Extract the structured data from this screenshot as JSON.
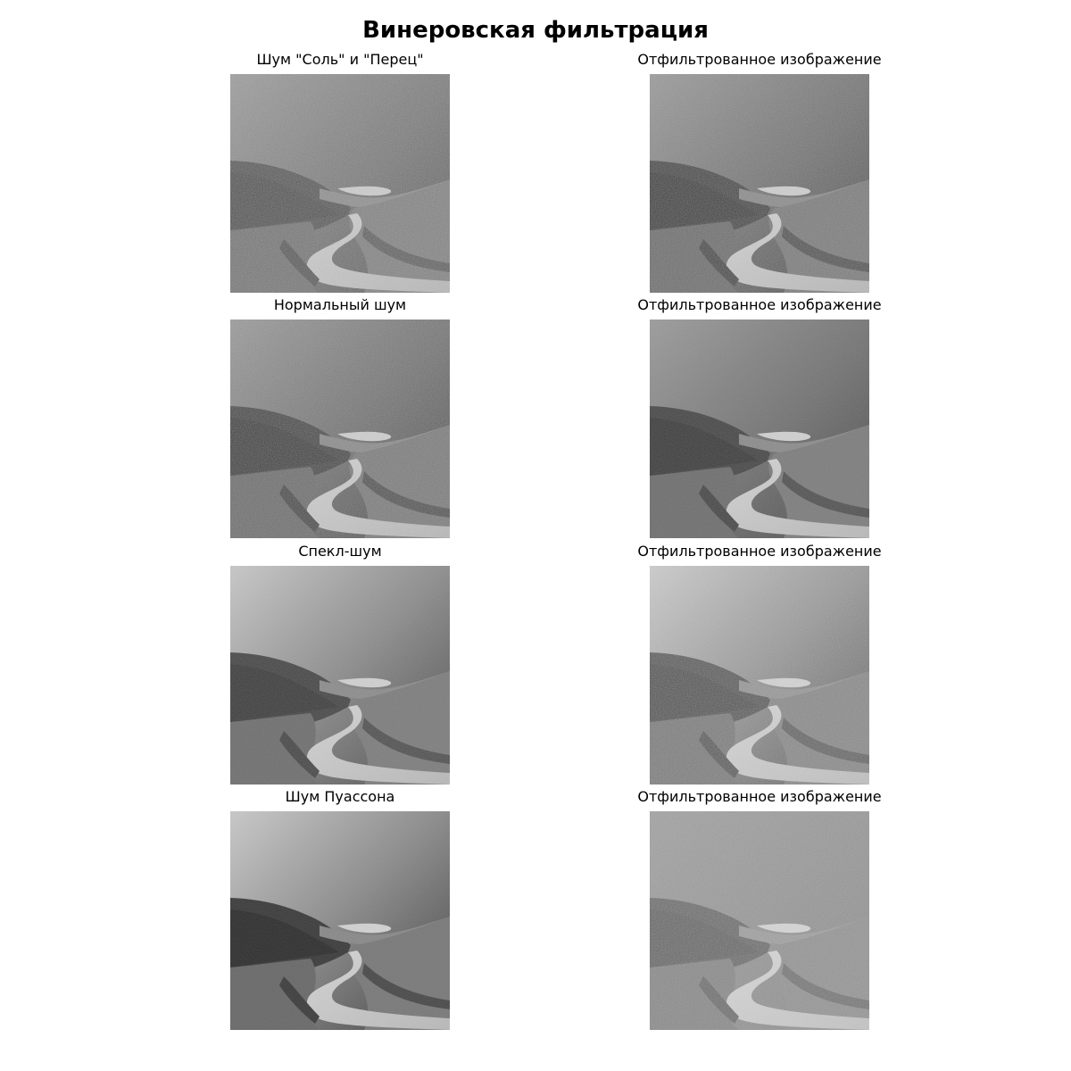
{
  "figure": {
    "title": "Винеровская фильтрация"
  },
  "panels": [
    {
      "title": "Шум \"Соль\" и \"Перец\"",
      "image": "noisy-landscape-salt-pepper"
    },
    {
      "title": "Отфильтрованное изображение",
      "image": "filtered-landscape-salt-pepper"
    },
    {
      "title": "Нормальный шум",
      "image": "noisy-landscape-gaussian"
    },
    {
      "title": "Отфильтрованное изображение",
      "image": "filtered-landscape-gaussian"
    },
    {
      "title": "Спекл-шум",
      "image": "noisy-landscape-speckle"
    },
    {
      "title": "Отфильтрованное изображение",
      "image": "filtered-landscape-speckle"
    },
    {
      "title": "Шум Пуассона",
      "image": "noisy-landscape-poisson"
    },
    {
      "title": "Отфильтрованное изображение",
      "image": "filtered-landscape-poisson"
    }
  ]
}
